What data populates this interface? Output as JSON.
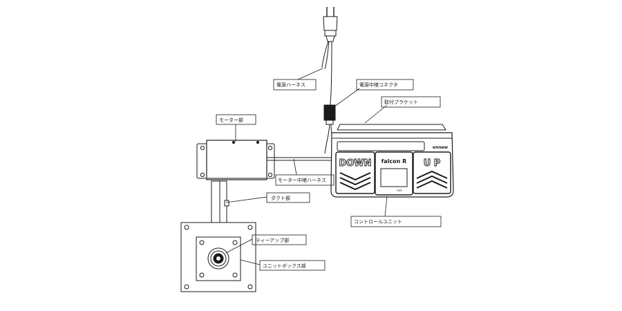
{
  "callouts": {
    "power_harness": "電源ハーネス",
    "power_connector": "電源中継コネクタ",
    "mount_bracket": "取付ブラケット",
    "motor_unit": "モーター部",
    "motor_harness": "モーター中継ハーネス",
    "duct_unit": "ダクト部",
    "tee_up_unit": "ティーアップ部",
    "unit_box": "ユニットボックス部",
    "control_unit": "コントロールユニット"
  },
  "panel": {
    "down_label": "DOWN",
    "up_label": "U P",
    "model_label": "falcon R",
    "brand_label": "ennew",
    "display_caption": "mm"
  },
  "colors": {
    "line": "#1a1a1a",
    "background": "#ffffff"
  }
}
